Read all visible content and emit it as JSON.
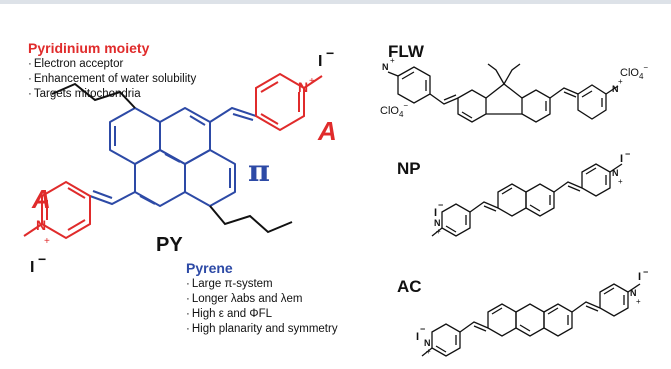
{
  "pyridinium": {
    "title": "Pyridinium moiety",
    "bullets": [
      "Electron acceptor",
      "Enhancement of water solubility",
      "Targets mitochondria"
    ]
  },
  "pyrene": {
    "title": "Pyrene",
    "bullets": [
      "Large π-system",
      "Longer λabs and λem",
      "High ε and ΦFL",
      "High planarity and symmetry"
    ]
  },
  "labels": {
    "acceptor_a": "A",
    "pi_symbol": "π",
    "py": "PY",
    "flw": "FLW",
    "np": "NP",
    "ac": "AC"
  },
  "atoms": {
    "iodide": "I",
    "minus": "−",
    "plus": "+",
    "nitrogen": "N",
    "perchlorate": "ClO",
    "o4": "4"
  },
  "colors": {
    "acceptor": "#e02b2b",
    "pyrene": "#2d4aa6",
    "text": "#111111",
    "topbar": "#dde2e8"
  }
}
